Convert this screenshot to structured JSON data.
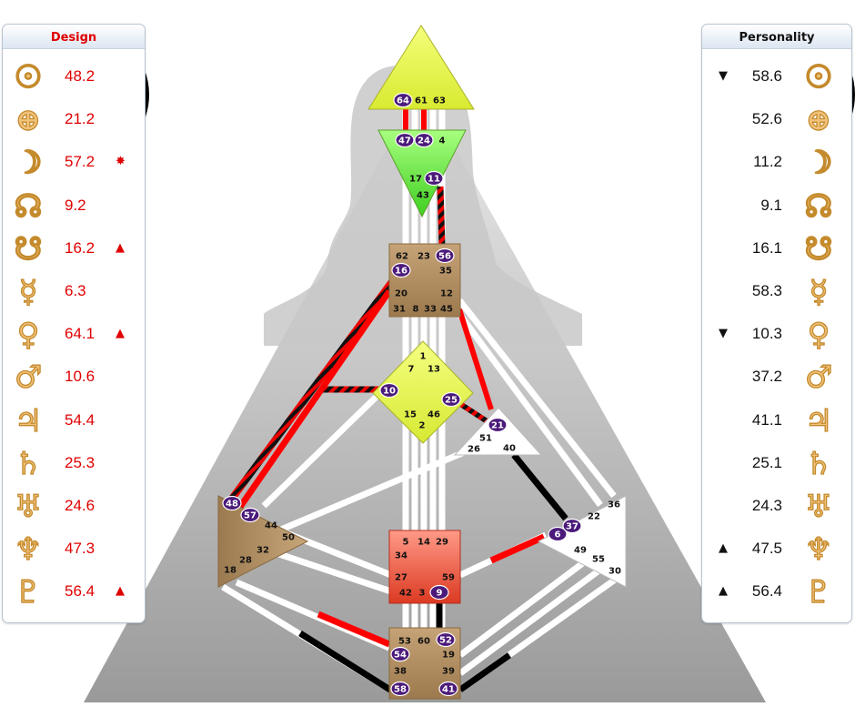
{
  "design": {
    "title": "Design",
    "rows": [
      {
        "icon": "sun-icon",
        "glyph": "☉",
        "value": "48.2",
        "mark": ""
      },
      {
        "icon": "earth-icon",
        "glyph": "⊕",
        "value": "21.2",
        "mark": ""
      },
      {
        "icon": "moon-icon",
        "glyph": "☽",
        "value": "57.2",
        "mark": "✸"
      },
      {
        "icon": "north-node-icon",
        "glyph": "☊",
        "value": "9.2",
        "mark": ""
      },
      {
        "icon": "south-node-icon",
        "glyph": "☋",
        "value": "16.2",
        "mark": "▲"
      },
      {
        "icon": "mercury-icon",
        "glyph": "☿",
        "value": "6.3",
        "mark": ""
      },
      {
        "icon": "venus-icon",
        "glyph": "♀",
        "value": "64.1",
        "mark": "▲"
      },
      {
        "icon": "mars-icon",
        "glyph": "♂",
        "value": "10.6",
        "mark": ""
      },
      {
        "icon": "jupiter-icon",
        "glyph": "♃",
        "value": "54.4",
        "mark": ""
      },
      {
        "icon": "saturn-icon",
        "glyph": "♄",
        "value": "25.3",
        "mark": ""
      },
      {
        "icon": "uranus-icon",
        "glyph": "♅",
        "value": "24.6",
        "mark": ""
      },
      {
        "icon": "neptune-icon",
        "glyph": "♆",
        "value": "47.3",
        "mark": ""
      },
      {
        "icon": "pluto-icon",
        "glyph": "♇",
        "value": "56.4",
        "mark": "▲"
      }
    ]
  },
  "personality": {
    "title": "Personality",
    "rows": [
      {
        "icon": "sun-icon",
        "glyph": "☉",
        "value": "58.6",
        "mark": "▼"
      },
      {
        "icon": "earth-icon",
        "glyph": "⊕",
        "value": "52.6",
        "mark": ""
      },
      {
        "icon": "moon-icon",
        "glyph": "☽",
        "value": "11.2",
        "mark": ""
      },
      {
        "icon": "north-node-icon",
        "glyph": "☊",
        "value": "9.1",
        "mark": ""
      },
      {
        "icon": "south-node-icon",
        "glyph": "☋",
        "value": "16.1",
        "mark": ""
      },
      {
        "icon": "mercury-icon",
        "glyph": "☿",
        "value": "58.3",
        "mark": ""
      },
      {
        "icon": "venus-icon",
        "glyph": "♀",
        "value": "10.3",
        "mark": "▼"
      },
      {
        "icon": "mars-icon",
        "glyph": "♂",
        "value": "37.2",
        "mark": ""
      },
      {
        "icon": "jupiter-icon",
        "glyph": "♃",
        "value": "41.1",
        "mark": ""
      },
      {
        "icon": "saturn-icon",
        "glyph": "♄",
        "value": "25.1",
        "mark": ""
      },
      {
        "icon": "uranus-icon",
        "glyph": "♅",
        "value": "24.3",
        "mark": ""
      },
      {
        "icon": "neptune-icon",
        "glyph": "♆",
        "value": "47.5",
        "mark": "▲"
      },
      {
        "icon": "pluto-icon",
        "glyph": "♇",
        "value": "56.4",
        "mark": "▲"
      }
    ]
  },
  "colors": {
    "design_text": "#e00000",
    "personality_text": "#111111",
    "glyph_fill": "#f1c27a",
    "gate_marker": "#4b1a7a",
    "channel_design": "#ff0000",
    "channel_personality": "#000000"
  },
  "bodygraph": {
    "centers": {
      "head": {
        "gates": [
          "64",
          "61",
          "63"
        ],
        "highlighted": [
          "64"
        ]
      },
      "ajna": {
        "gates": [
          "47",
          "24",
          "4",
          "17",
          "11",
          "43"
        ],
        "highlighted": [
          "47",
          "24",
          "11"
        ]
      },
      "throat": {
        "gates": [
          "62",
          "23",
          "56",
          "16",
          "35",
          "20",
          "12",
          "31",
          "8",
          "33",
          "45"
        ],
        "highlighted": [
          "56",
          "16"
        ]
      },
      "g": {
        "gates": [
          "1",
          "7",
          "13",
          "10",
          "25",
          "15",
          "46",
          "2"
        ],
        "highlighted": [
          "10",
          "25"
        ]
      },
      "ego": {
        "gates": [
          "21",
          "51",
          "26",
          "40"
        ],
        "highlighted": [
          "21"
        ]
      },
      "spleen": {
        "gates": [
          "48",
          "57",
          "44",
          "50",
          "32",
          "28",
          "18"
        ],
        "highlighted": [
          "48",
          "57"
        ]
      },
      "sacral": {
        "gates": [
          "5",
          "14",
          "29",
          "34",
          "27",
          "59",
          "42",
          "3",
          "9"
        ],
        "highlighted": [
          "9"
        ]
      },
      "solar_plexus": {
        "gates": [
          "36",
          "22",
          "6",
          "37",
          "49",
          "55",
          "30"
        ],
        "highlighted": [
          "6",
          "37"
        ]
      },
      "root": {
        "gates": [
          "53",
          "60",
          "52",
          "54",
          "19",
          "38",
          "39",
          "58",
          "41"
        ],
        "highlighted": [
          "52",
          "54",
          "58",
          "41"
        ]
      }
    }
  }
}
